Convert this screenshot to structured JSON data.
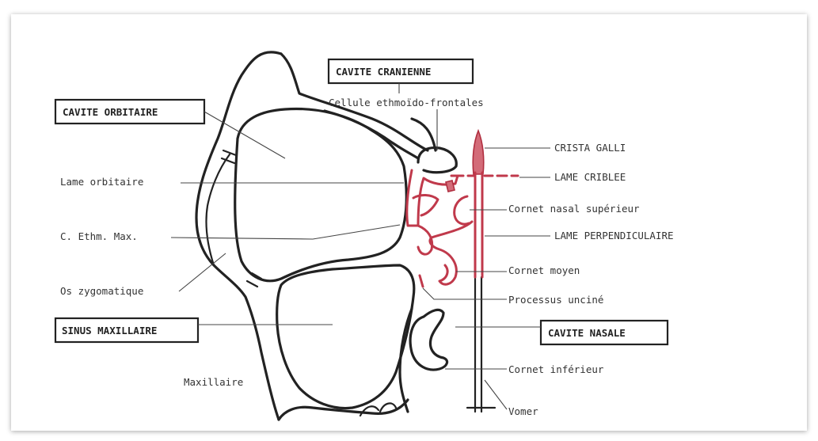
{
  "boxed_labels": {
    "cavite_cranienne": "CAVITE CRANIENNE",
    "cavite_orbitaire": "CAVITE ORBITAIRE",
    "sinus_maxillaire": "SINUS MAXILLAIRE",
    "cavite_nasale": "CAVITE NASALE"
  },
  "labels": {
    "cellule_ethmoido_frontales": "Cellule ethmoïdo-frontales",
    "lame_orbitaire": "Lame orbitaire",
    "c_ethm_max": "C. Ethm. Max.",
    "os_zygomatique": "Os zygomatique",
    "maxillaire": "Maxillaire",
    "crista_galli": "CRISTA GALLI",
    "lame_criblee": "LAME CRIBLEE",
    "cornet_nasal_superieur": "Cornet nasal supérieur",
    "lame_perpendiculaire": "LAME PERPENDICULAIRE",
    "cornet_moyen": "Cornet moyen",
    "processus_uncine": "Processus unciné",
    "cornet_inferieur": "Cornet inférieur",
    "vomer": "Vomer"
  },
  "colors": {
    "ethmoid_highlight": "#c0394b",
    "outline": "#222222"
  }
}
